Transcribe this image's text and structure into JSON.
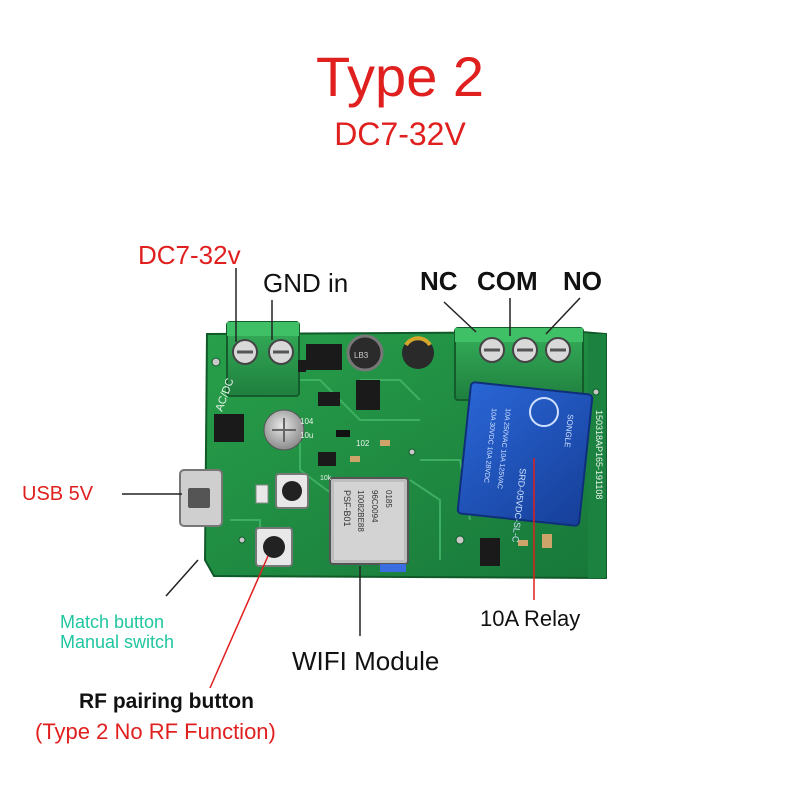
{
  "title": "Type 2",
  "subtitle": "DC7-32V",
  "labels": {
    "power_in": "DC7-32v",
    "gnd_in": "GND in",
    "nc": "NC",
    "com": "COM",
    "no": "NO",
    "usb": "USB 5V",
    "match_button": "Match button",
    "manual_switch": "Manual switch",
    "wifi_module": "WIFI Module",
    "relay": "10A Relay",
    "rf_button": "RF pairing button",
    "rf_note": "(Type 2 No RF Function)"
  },
  "board_print": {
    "serial": "150318AP165-191108",
    "relay_brand": "SONGLE",
    "relay_model": "SRD-05VDC-SL-C",
    "relay_rating_1": "10A 250VAC  10A 125VAC",
    "relay_rating_2": "10A 30VDC   10A 28VDC",
    "module_1": "PSF-B01",
    "module_2": "10082BE88",
    "module_3": "96C0094",
    "module_4": "0185",
    "inductor": "LB3",
    "ac_dc": "AC/DC",
    "cap_104": "104",
    "cap_10u": "10u",
    "res_102": "102",
    "res_10k": "10k"
  },
  "colors": {
    "accent_red": "#e01f1f",
    "pcb_green": "#1f8a3c",
    "terminal_green": "#2a9a4a",
    "relay_blue": "#1d4fb8",
    "teal_label": "#20c6a0"
  }
}
